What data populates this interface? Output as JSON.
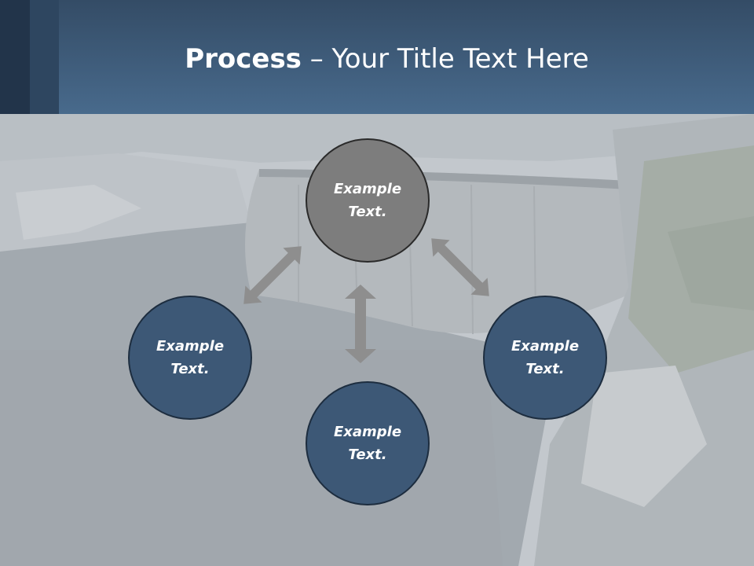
{
  "slide": {
    "title_bold": "Process",
    "title_rest": " – Your Title Text Here"
  },
  "diagram": {
    "nodes": [
      {
        "id": "top",
        "text": "Example Text.",
        "color": "#7d7d7d"
      },
      {
        "id": "left",
        "text": "Example Text.",
        "color": "#3d5876"
      },
      {
        "id": "bottom",
        "text": "Example Text.",
        "color": "#3d5876"
      },
      {
        "id": "right",
        "text": "Example Text.",
        "color": "#3d5876"
      }
    ],
    "connectors": [
      {
        "from": "top",
        "to": "left",
        "type": "double-arrow"
      },
      {
        "from": "top",
        "to": "right",
        "type": "double-arrow"
      },
      {
        "from": "top",
        "to": "bottom",
        "type": "double-arrow"
      }
    ]
  },
  "colors": {
    "header_dark": "#22344a",
    "header": "#486a8c",
    "arrow": "#8e8e8e"
  }
}
